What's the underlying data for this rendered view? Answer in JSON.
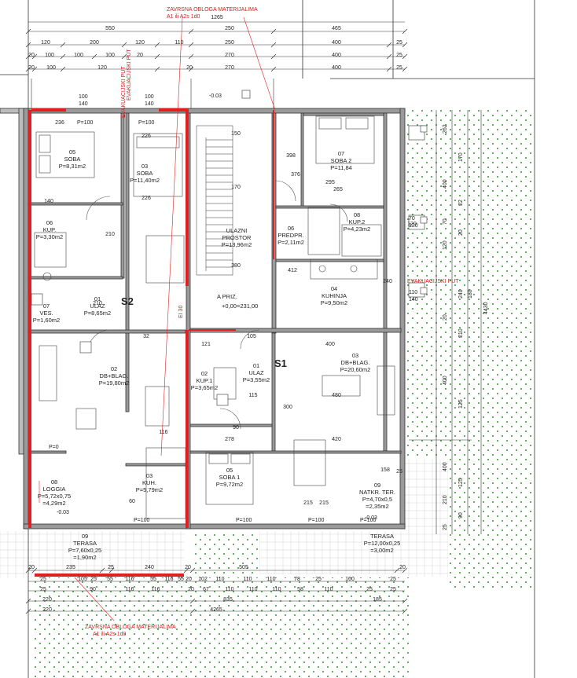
{
  "notes": {
    "top_finish_1": "ZAVRSNA OBLOGA MATERIJALIMA",
    "top_finish_2": "A1 ili A2s 1d0",
    "bottom_finish_1": "ZAVRSNA OBLOGA MATERIJALIMA",
    "bottom_finish_2": "A1 ili A2s 1d0",
    "evac_left": "EVAKUACIJSKI PUT",
    "evac_mid": "EVAKUACIJSKI PUT",
    "evac_right": "EVAKUACIJSKI PUT",
    "ei30": "EI 30"
  },
  "levels": {
    "top": "-0.03",
    "loggia": "-0.03",
    "terrace": "-0.03",
    "entrance": "+0,00=231,00",
    "entrance_label": "A PRIZ."
  },
  "units": {
    "s2": "S2",
    "s1": "S1"
  },
  "rooms": [
    {
      "id": "s2-05",
      "no": "05",
      "name": "SOBA",
      "area": "P=8,31m2"
    },
    {
      "id": "s2-03",
      "no": "03",
      "name": "SOBA",
      "area": "P=11,40m2"
    },
    {
      "id": "s2-06",
      "no": "06",
      "name": "KUP.",
      "area": "P=3,30m2"
    },
    {
      "id": "s2-07",
      "no": "07",
      "name": "VES.",
      "area": "P=1,60m2"
    },
    {
      "id": "s2-01",
      "no": "01",
      "name": "ULAZ",
      "area": "P=8,65m2"
    },
    {
      "id": "s2-02",
      "no": "02",
      "name": "DB+BLAG.",
      "area": "P=19,80m2"
    },
    {
      "id": "s2-03k",
      "no": "03",
      "name": "KUH.",
      "area": "P=5,79m2"
    },
    {
      "id": "s2-08",
      "no": "08",
      "name": "LOGGIA",
      "area": "P=5,72x0,75",
      "area2": "=4,29m2"
    },
    {
      "id": "s2-09",
      "no": "09",
      "name": "TERASA",
      "area": "P=7,60x0,25",
      "area2": "=1,90m2"
    },
    {
      "id": "common",
      "no": "",
      "name": "ULAZNI",
      "name2": "PROSTOR",
      "area": "P=13,96m2"
    },
    {
      "id": "s1-07",
      "no": "07",
      "name": "SOBA 2",
      "area": "P=11,84"
    },
    {
      "id": "s1-08",
      "no": "08",
      "name": "KUP.2",
      "area": "P=4,23m2"
    },
    {
      "id": "s1-06",
      "no": "06",
      "name": "PREDPR.",
      "area": "P=2,11m2"
    },
    {
      "id": "s1-04",
      "no": "04",
      "name": "KUHINJA",
      "area": "P=9,50m2"
    },
    {
      "id": "s1-03",
      "no": "03",
      "name": "DB+BLAG.",
      "area": "P=20,60m2"
    },
    {
      "id": "s1-02",
      "no": "02",
      "name": "KUP.1",
      "area": "P=3,65m2"
    },
    {
      "id": "s1-01",
      "no": "01",
      "name": "ULAZ",
      "area": "P=3,55m2"
    },
    {
      "id": "s1-05",
      "no": "05",
      "name": "SOBA 1",
      "area": "P=9,72m2"
    },
    {
      "id": "s1-09",
      "no": "09",
      "name": "NATKR. TER.",
      "area": "P=4,70x0,5",
      "area2": "=2,35m2"
    },
    {
      "id": "s1-terasa",
      "no": "",
      "name": "TERASA",
      "area": "P=12,00x0,25",
      "area2": "=3,00m2"
    }
  ],
  "dims_top": {
    "r0": [
      "1265"
    ],
    "r1": [
      "550",
      "250",
      "465"
    ],
    "r2": [
      "120",
      "200",
      "120",
      "110",
      "250",
      "400",
      "25"
    ],
    "r3": [
      "20",
      "100",
      "100",
      "100",
      "20",
      "270",
      "400",
      "25"
    ],
    "r4": [
      "20",
      "100",
      "120",
      "20",
      "270",
      "400",
      "25"
    ]
  },
  "dims_bottom": {
    "r1": [
      "20",
      "235",
      "25",
      "240",
      "20",
      "505",
      "20"
    ],
    "r2": [
      "25",
      "105",
      "25",
      "55",
      "116",
      "55",
      "116",
      "55",
      "20",
      "102",
      "110",
      "110",
      "110",
      "78",
      "25",
      "160",
      "25"
    ],
    "r3": [
      "25",
      "90",
      "116",
      "116",
      "20",
      "67",
      "110",
      "110",
      "110",
      "58",
      "110",
      "25",
      "25"
    ],
    "r4": [
      "220",
      "835",
      "185"
    ],
    "r5": [
      "220",
      "4265"
    ]
  },
  "dims_right": {
    "total": "4430",
    "side": "180",
    "items": [
      "262",
      "170",
      "400",
      "22",
      "70",
      "20",
      "120",
      "240",
      "20",
      "210",
      "400",
      "125",
      "400",
      "125",
      "210",
      "90",
      "25"
    ]
  },
  "window_tags": [
    {
      "id": "t1",
      "a": "100",
      "b": "140"
    },
    {
      "id": "t2",
      "a": "100",
      "b": "140"
    },
    {
      "id": "t3",
      "a": "70",
      "b": "120"
    },
    {
      "id": "t4",
      "a": "110",
      "b": "140"
    }
  ],
  "parapet": "P=100",
  "misc_dims": [
    "236",
    "226",
    "226",
    "210",
    "140",
    "121",
    "150",
    "170",
    "380",
    "295",
    "265",
    "412",
    "376",
    "398",
    "400",
    "278",
    "215",
    "115",
    "480",
    "300",
    "420",
    "240",
    "215",
    "158",
    "120",
    "210",
    "60",
    "116",
    "90",
    "25",
    "105",
    "32"
  ],
  "colors": {
    "wall": "#333333",
    "wall_fill": "#9a9a9a",
    "fire_wall": "#e02020",
    "dim_line": "#333333",
    "grass_dot": "#2e9a2e"
  }
}
